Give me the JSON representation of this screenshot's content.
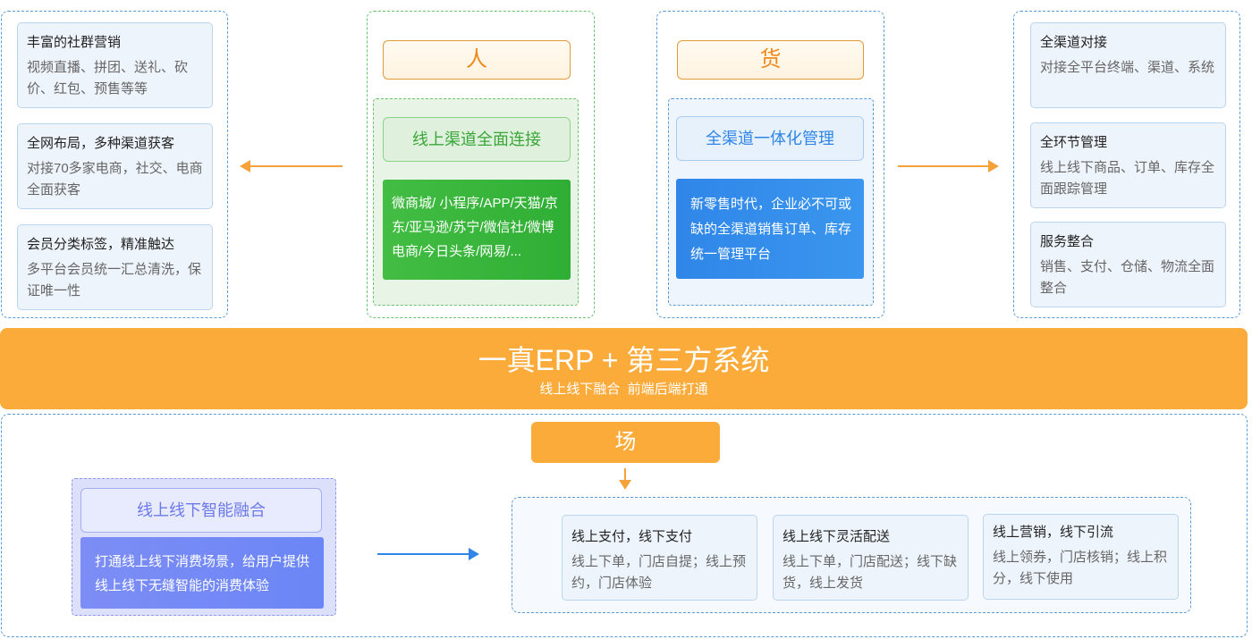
{
  "colors": {
    "orange": "#fbab3a",
    "orange_text": "#f08a1c",
    "green": "#3cb93c",
    "blue": "#2f86e8",
    "purple": "#7a89f5",
    "card_bg": "#eef4fb"
  },
  "left_cards": [
    {
      "title": "丰富的社群营销",
      "desc": "视频直播、拼团、送礼、砍价、红包、预售等等"
    },
    {
      "title": "全网布局，多种渠道获客",
      "desc": "对接70多家电商，社交、电商全面获客"
    },
    {
      "title": "会员分类标签，精准触达",
      "desc": "多平台会员统一汇总清洗，保证唯一性"
    }
  ],
  "people": {
    "title": "人",
    "subtitle": "线上渠道全面连接",
    "desc": "微商城/ 小程序/APP/天猫/京东/亚马逊/苏宁/微信社/微博电商/今日头条/网易/..."
  },
  "goods": {
    "title": "货",
    "subtitle": "全渠道一体化管理",
    "desc": "新零售时代，企业必不可或缺的全渠道销售订单、库存统一管理平台"
  },
  "right_cards": [
    {
      "title": "全渠道对接",
      "desc": "对接全平台终端、渠道、系统"
    },
    {
      "title": "全环节管理",
      "desc": "线上线下商品、订单、库存全面跟踪管理"
    },
    {
      "title": "服务整合",
      "desc": "销售、支付、仓储、物流全面整合"
    }
  ],
  "banner": {
    "title": "一真ERP + 第三方系统",
    "subtitle": "线上线下融合  前端后端打通"
  },
  "place": {
    "title": "场",
    "fusion_title": "线上线下智能融合",
    "fusion_desc": "打通线上线下消费场景，给用户提供线上线下无缝智能的消费体验",
    "cards": [
      {
        "title": "线上支付，线下支付",
        "desc": "线上下单，门店自提；线上预约，门店体验"
      },
      {
        "title": "线上线下灵活配送",
        "desc": "线上下单，门店配送；线下缺货，线上发货"
      },
      {
        "title": "线上营销，线下引流",
        "desc": "线上领券，门店核销；线上积分，线下使用"
      }
    ]
  }
}
